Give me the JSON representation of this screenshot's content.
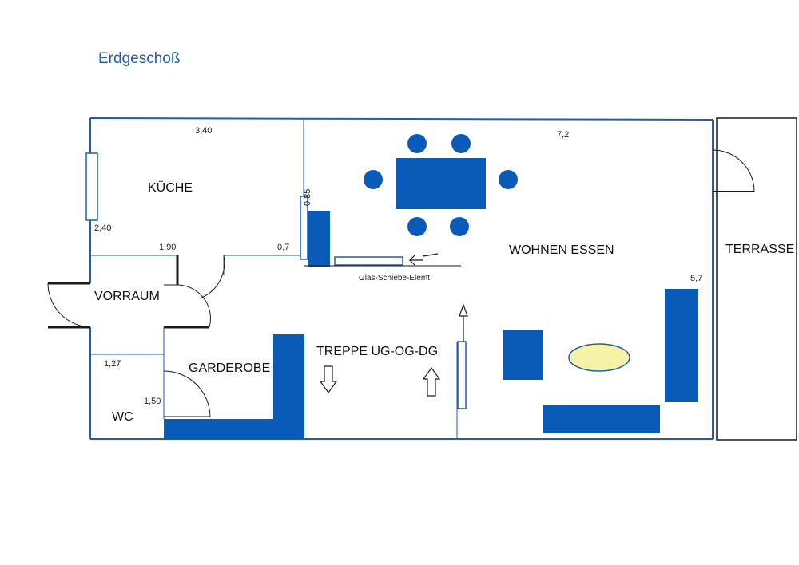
{
  "header": {
    "title": "Erdgeschoß"
  },
  "rooms": {
    "kueche": "KÜCHE",
    "vorraum": "VORRAUM",
    "garderobe": "GARDEROBE",
    "wc": "WC",
    "treppe": "TREPPE UG-OG-DG",
    "wohnen_essen": "WOHNEN ESSEN",
    "terrasse": "TERRASSE"
  },
  "dimensions": {
    "kueche_width": "3,40",
    "wohnen_width": "7,2",
    "kueche_depth": "2,40",
    "door_width": "0,85",
    "vorraum_width": "1,90",
    "opening_width": "0,7",
    "wohnen_depth": "5,7",
    "wc_depth": "1,27",
    "wc_width": "1,50"
  },
  "notes": {
    "glass_slider": "Glas-Schiebe-Elemt"
  },
  "colors": {
    "title": "#1f5ea8",
    "wall": "#1f5ea8",
    "furniture": "#0a5bb8",
    "table_oval": "#f6f3a6"
  }
}
